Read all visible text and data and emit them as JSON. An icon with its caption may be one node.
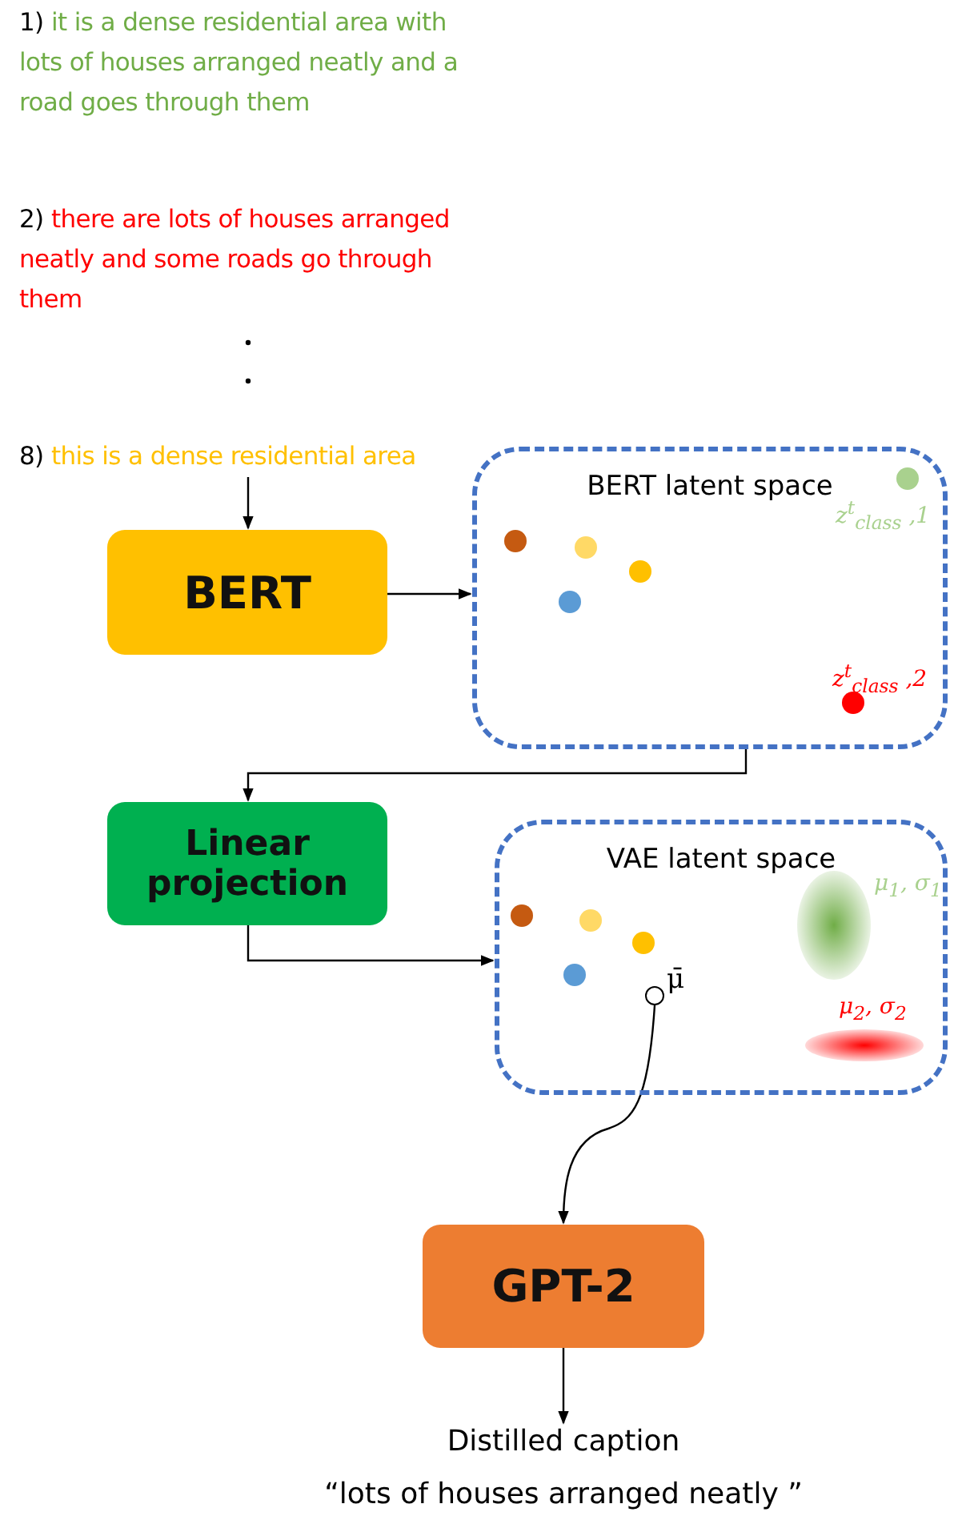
{
  "diagram": {
    "nodes": [
      {
        "text": [
          "1)",
          "it is a dense residential area with lots of houses arranged neatly and a road goes through them",
          "2)",
          "there are lots of houses arranged neatly and some roads go through them",
          "8)",
          "this is a dense residential area"
        ]
      },
      {
        "text": [
          "BERT"
        ]
      },
      {
        "text": [
          "BERT latent space"
        ]
      },
      {
        "text": [
          "Linear projection"
        ]
      },
      {
        "text": [
          "VAE latent space"
        ]
      },
      {
        "text": [],
        "shape": "circle",
        "in": 4,
        "beside": [
          "μ̄"
        ]
      },
      {
        "text": [
          "GPT-2"
        ]
      },
      {
        "text": [
          "Distilled caption",
          "“lots of houses arranged neatly ”"
        ]
      }
    ],
    "edges": [
      {
        "from": 0,
        "to": 1,
        "arrow": "to"
      },
      {
        "from": 1,
        "to": 2,
        "arrow": "to"
      },
      {
        "from": 2,
        "to": 3,
        "arrow": "to"
      },
      {
        "from": 3,
        "to": 4,
        "arrow": "to"
      },
      {
        "from": 5,
        "to": 6,
        "arrow": "to"
      },
      {
        "from": 6,
        "to": 7,
        "arrow": "to"
      }
    ],
    "labels": [
      "z$^{t}$$_{class}$ ,1",
      "z$^{t}$$_{class}$ ,2",
      "μ$_{1}$, σ$_{1}$",
      "μ$_{2}$, σ$_{2}$"
    ]
  }
}
